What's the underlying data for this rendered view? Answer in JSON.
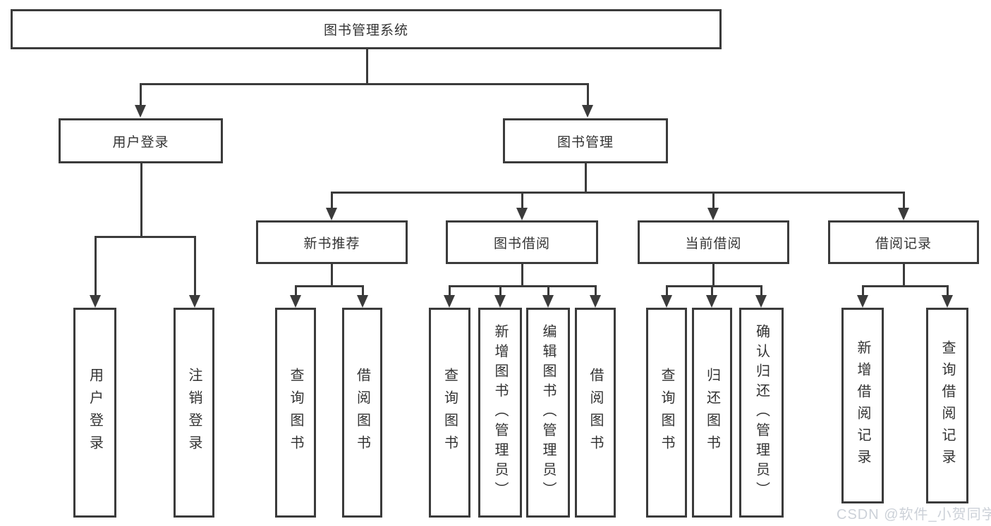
{
  "tree": {
    "root": {
      "label": "图书管理系统"
    },
    "user_login": {
      "label": "用户登录",
      "children": [
        {
          "label": "用户登录"
        },
        {
          "label": "注销登录"
        }
      ]
    },
    "book_management": {
      "label": "图书管理",
      "groups": [
        {
          "label": "新书推荐",
          "children": [
            {
              "label": "查询图书"
            },
            {
              "label": "借阅图书"
            }
          ]
        },
        {
          "label": "图书借阅",
          "children": [
            {
              "label": "查询图书"
            },
            {
              "label": "新增图书（管理员）"
            },
            {
              "label": "编辑图书（管理员）"
            },
            {
              "label": "借阅图书"
            }
          ]
        },
        {
          "label": "当前借阅",
          "children": [
            {
              "label": "查询图书"
            },
            {
              "label": "归还图书"
            },
            {
              "label": "确认归还（管理员）"
            }
          ]
        },
        {
          "label": "借阅记录",
          "children": [
            {
              "label": "新增借阅记录"
            },
            {
              "label": "查询借阅记录"
            }
          ]
        }
      ]
    }
  },
  "watermark": "CSDN @软件_小贺同学",
  "colors": {
    "line": "#3b3b3b",
    "text": "#333333",
    "watermark": "#ccd1d8",
    "background": "#ffffff"
  }
}
